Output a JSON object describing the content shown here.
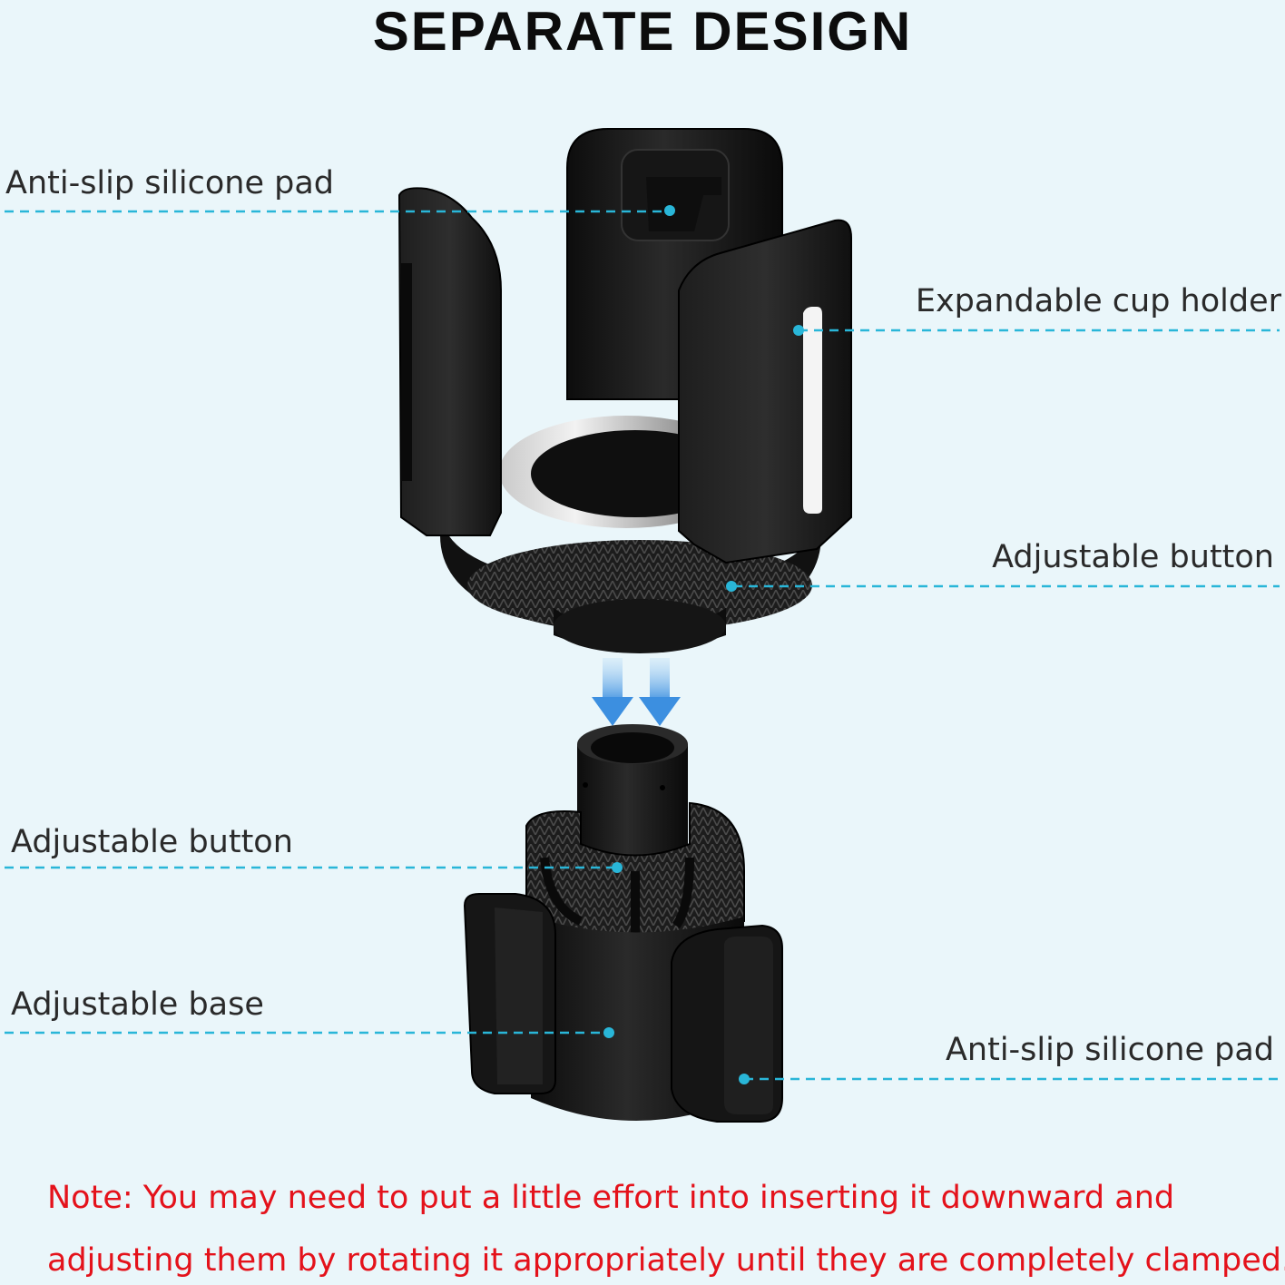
{
  "title": "SEPARATE DESIGN",
  "callouts": {
    "top_left_pad": "Anti-slip silicone pad",
    "expandable_holder": "Expandable cup holder",
    "top_button": "Adjustable button",
    "bottom_button": "Adjustable button",
    "base": "Adjustable base",
    "bottom_right_pad": "Anti-slip silicone pad"
  },
  "note": {
    "line1": "Note: You may need to put a little effort into inserting it downward and",
    "line2": "adjusting them by rotating it appropriately until they are completely clamped."
  },
  "colors": {
    "background": "#eaf6fa",
    "leader_line": "#29b6d8",
    "arrow": "#4a9be8",
    "note_text": "#e4121b",
    "product": "#1b1b1b"
  }
}
